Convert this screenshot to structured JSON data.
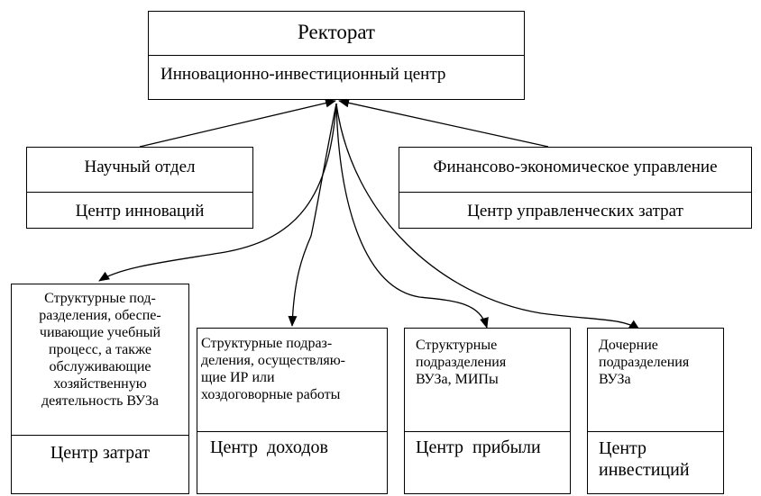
{
  "rectorate": {
    "title": "Ректорат",
    "subtitle": "Инновационно-инвестиционный центр"
  },
  "science": {
    "title": "Научный отдел",
    "subtitle": "Центр инноваций"
  },
  "finance": {
    "title": "Финансово-экономическое управление",
    "subtitle": "Центр управленческих затрат"
  },
  "units": [
    {
      "lines": [
        "Структурные под-",
        "разделения, обеспе-",
        "чивающие учебный",
        "процесс, а также",
        "обслуживающие",
        "хозяйственную",
        "деятельность ВУЗа"
      ],
      "center": [
        "Центр затрат"
      ]
    },
    {
      "lines": [
        "Структурные подраз-",
        "деления, осуществляю-",
        "щие ИР или",
        "хоздоговорные работы"
      ],
      "center": [
        "Центр  доходов"
      ]
    },
    {
      "lines": [
        "Структурные",
        "подразделения",
        "ВУЗа, МИПы"
      ],
      "center": [
        "Центр  прибыли"
      ]
    },
    {
      "lines": [
        "Дочерние",
        "подразделения",
        "ВУЗа"
      ],
      "center": [
        "Центр",
        "инвестиций"
      ]
    }
  ]
}
